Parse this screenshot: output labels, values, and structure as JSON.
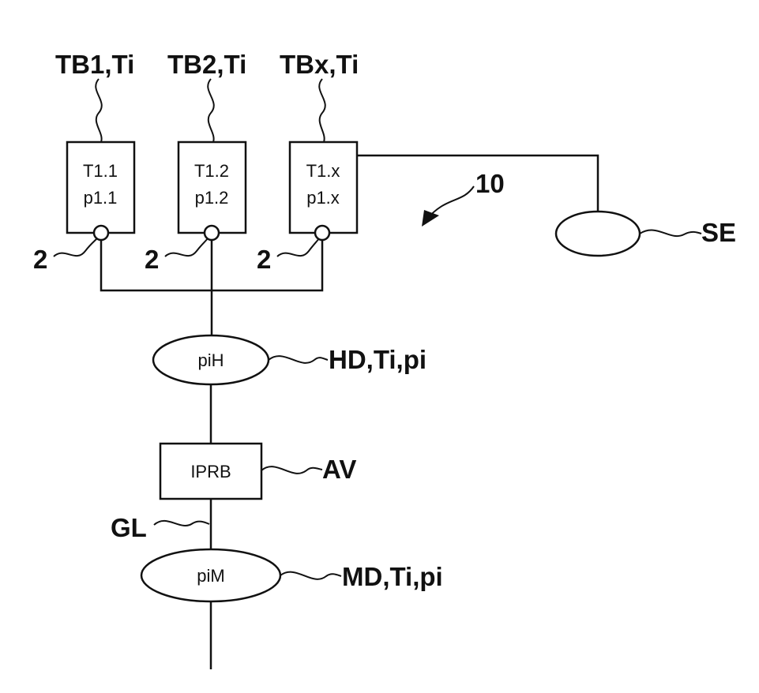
{
  "tanks": [
    {
      "top_label": "TB1,Ti",
      "line1": "T1.1",
      "line2": "p1.1",
      "port_label": "2"
    },
    {
      "top_label": "TB2,Ti",
      "line1": "T1.2",
      "line2": "p1.2",
      "port_label": "2"
    },
    {
      "top_label": "TBx,Ti",
      "line1": "T1.x",
      "line2": "p1.x",
      "port_label": "2"
    }
  ],
  "system_ref": "10",
  "sensor_label": "SE",
  "high_pressure": {
    "inner": "piH",
    "label": "HD,Ti,pi"
  },
  "regulator": {
    "inner": "IPRB",
    "label": "AV"
  },
  "gas_line_label": "GL",
  "medium_pressure": {
    "inner": "piM",
    "label": "MD,Ti,pi"
  }
}
